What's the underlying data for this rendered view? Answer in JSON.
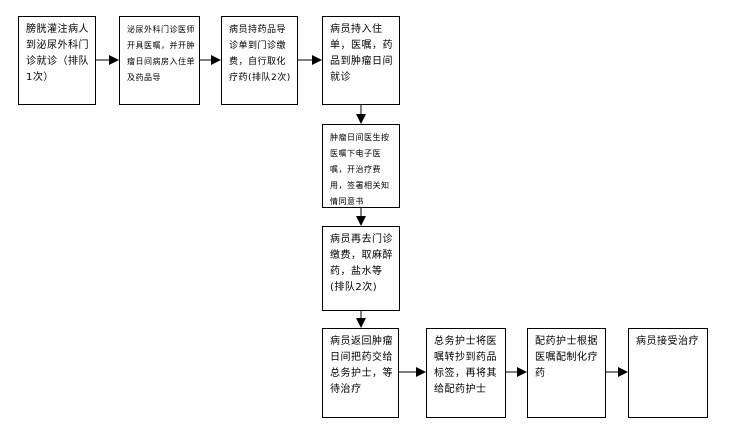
{
  "steps": [
    "膀胱灌注病人到泌尿外科门诊就诊（排队1次）",
    "泌尿外科门诊医师开具医嘱，并开肿瘤日间病房入住单及药品导",
    "病员持药品导诊单到门诊缴费，自行取化疗药(排队2次)",
    "病员持入住单，医嘱，药品到肿瘤日间就诊",
    "肿瘤日间医生按医嘱下电子医嘱，开治疗费用，签署相关知情同意书",
    "病员再去门诊缴费，取麻醉药，盐水等(排队2次)",
    "病员返回肿瘤日间把药交给总务护士，等待治疗",
    "总务护士将医嘱转抄到药品标签，再将其给配药护士",
    "配药护士根据医嘱配制化疗药",
    "病员接受治疗"
  ]
}
